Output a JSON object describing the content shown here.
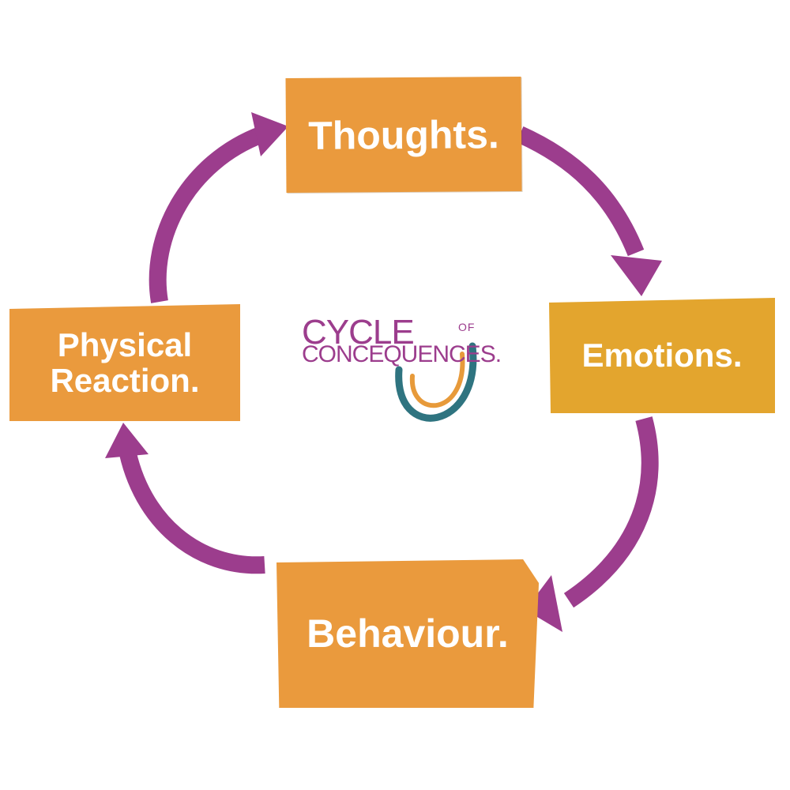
{
  "diagram": {
    "nodes": [
      {
        "id": "thoughts",
        "label": "Thoughts."
      },
      {
        "id": "emotions",
        "label": "Emotions."
      },
      {
        "id": "behaviour",
        "label": "Behaviour."
      },
      {
        "id": "physical",
        "label_lines": [
          "Physical",
          "Reaction."
        ]
      }
    ],
    "edges": [
      {
        "from": "thoughts",
        "to": "emotions"
      },
      {
        "from": "emotions",
        "to": "behaviour"
      },
      {
        "from": "behaviour",
        "to": "physical"
      },
      {
        "from": "physical",
        "to": "thoughts"
      }
    ]
  },
  "logo": {
    "line1": "CYCLE",
    "line1_suffix": "OF",
    "line2": "CONCEQUENCES."
  },
  "colors": {
    "box_orange": "#ea9a3d",
    "box_gold": "#e3a52e",
    "arrow_purple": "#9c3d8d",
    "logo_teal": "#2f7480",
    "logo_orange": "#e79a3a"
  }
}
